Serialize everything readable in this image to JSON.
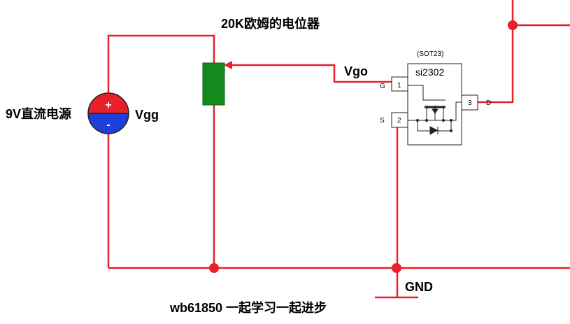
{
  "labels": {
    "potentiometer": "20K欧姆的电位器",
    "source": "9V直流电源",
    "vgg": "Vgg",
    "vgo": "Vgo",
    "gnd": "GND",
    "footer": "wb61850 一起学习一起进步"
  },
  "mosfet": {
    "part_name": "si2302",
    "top_label_partial": "(SOT23)",
    "pins": [
      {
        "name": "G",
        "number": "1"
      },
      {
        "name": "S",
        "number": "2"
      },
      {
        "name": "D",
        "number": "3"
      }
    ]
  },
  "battery": {
    "plus": "+",
    "minus": "-"
  },
  "colors": {
    "wire": "#e8202a",
    "node": "#e8202a",
    "potentiometer": "#138a1c",
    "battery_top": "#e8202a",
    "battery_bottom": "#1f3fd8"
  }
}
